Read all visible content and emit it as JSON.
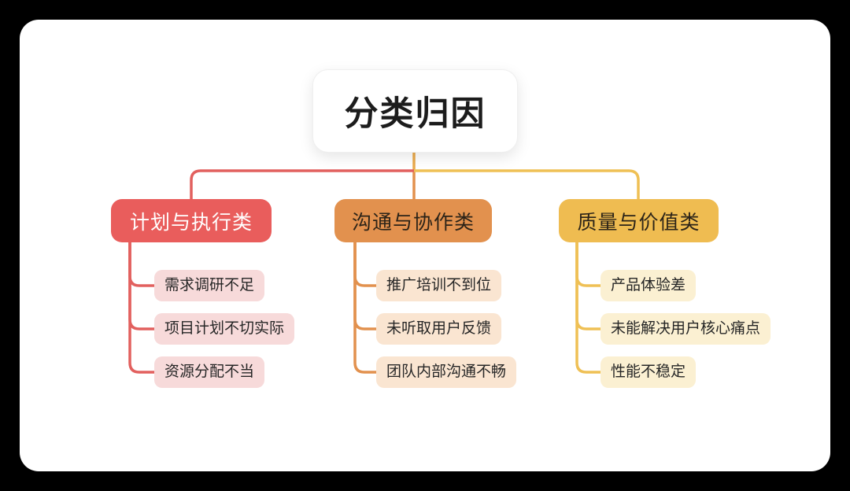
{
  "mindmap": {
    "root": "分类归因",
    "branches": [
      {
        "label": "计划与执行类",
        "children": [
          "需求调研不足",
          "项目计划不切实际",
          "资源分配不当"
        ]
      },
      {
        "label": "沟通与协作类",
        "children": [
          "推广培训不到位",
          "未听取用户反馈",
          "团队内部沟通不畅"
        ]
      },
      {
        "label": "质量与价值类",
        "children": [
          "产品体验差",
          "未能解决用户核心痛点",
          "性能不稳定"
        ]
      }
    ]
  },
  "palette": {
    "canvas": "#000000",
    "card": "#ffffff",
    "root_trunk": "#eaab4d",
    "red_line": "#e2605e",
    "red_fill": "#e95d5c",
    "red_child_fill": "#f7dada",
    "orange_line": "#e2914e",
    "orange_fill": "#e2914e",
    "orange_child_fill": "#fae5d1",
    "yellow_line": "#efc055",
    "yellow_fill": "#efbc51",
    "yellow_child_fill": "#fbf0d2",
    "root_text": "#1c1c1c",
    "branch_red_text": "#ffffff",
    "branch_dark_text": "#2b2318",
    "child_text": "#262626"
  }
}
